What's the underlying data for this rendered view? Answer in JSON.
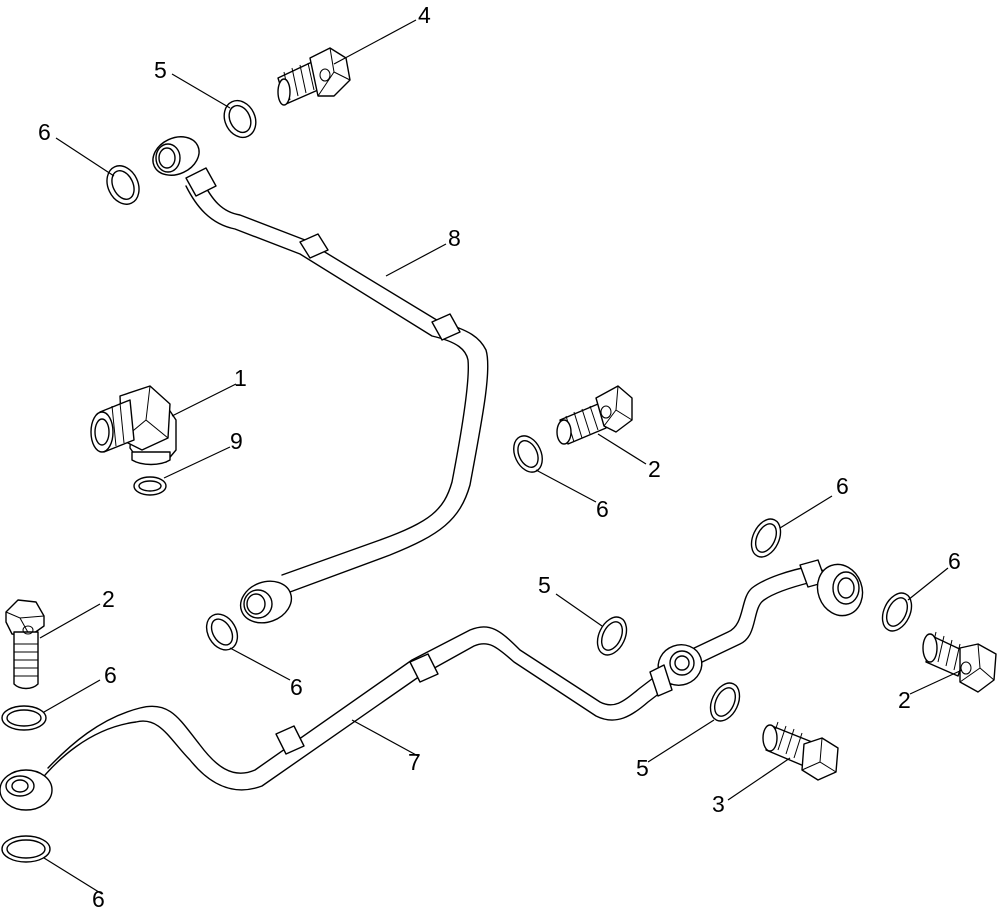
{
  "callouts": {
    "c4": "4",
    "c5a": "5",
    "c6a": "6",
    "c8": "8",
    "c1": "1",
    "c9": "9",
    "c2a": "2",
    "c6b": "6",
    "c6c": "6",
    "c2b": "2",
    "c6d": "6",
    "c5b": "5",
    "c6e": "6",
    "c6f": "6",
    "c2c": "2",
    "c7": "7",
    "c5c": "5",
    "c3": "3",
    "c6g": "6"
  }
}
